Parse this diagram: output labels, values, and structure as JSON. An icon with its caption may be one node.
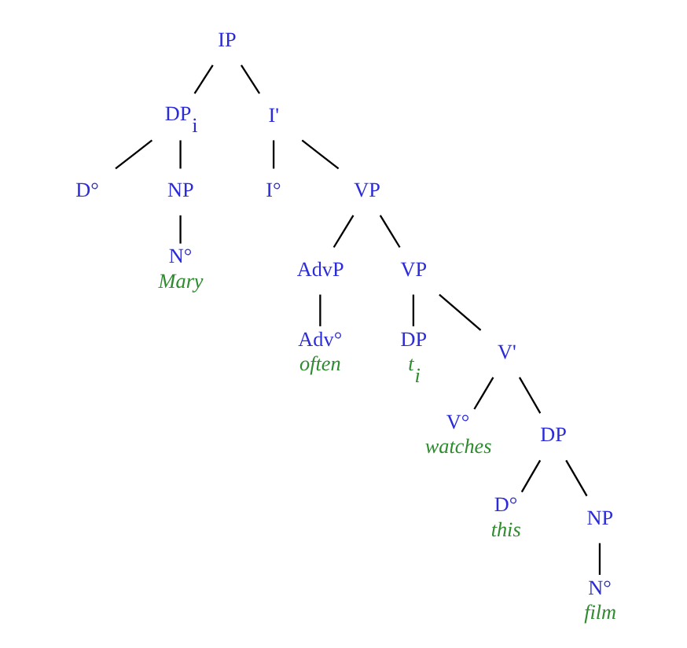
{
  "diagram": {
    "nodes": [
      {
        "text": [
          "IP"
        ]
      },
      {
        "text": [
          "DP$_{i}$"
        ]
      },
      {
        "text": [
          "I'"
        ]
      },
      {
        "text": [
          "D°"
        ]
      },
      {
        "text": [
          "NP"
        ]
      },
      {
        "text": [
          "I°"
        ]
      },
      {
        "text": [
          "VP"
        ]
      },
      {
        "text": [
          "N°"
        ],
        "beside": [
          "Mary"
        ]
      },
      {
        "text": [
          "AdvP"
        ]
      },
      {
        "text": [
          "VP"
        ]
      },
      {
        "text": [
          "Adv°"
        ],
        "beside": [
          "often"
        ]
      },
      {
        "text": [
          "DP"
        ],
        "beside": [
          "t$_{i}$"
        ]
      },
      {
        "text": [
          "V'"
        ]
      },
      {
        "text": [
          "V°"
        ],
        "beside": [
          "watches"
        ]
      },
      {
        "text": [
          "DP"
        ]
      },
      {
        "text": [
          "D°"
        ],
        "beside": [
          "this"
        ]
      },
      {
        "text": [
          "NP"
        ]
      },
      {
        "text": [
          "N°"
        ],
        "beside": [
          "film"
        ]
      }
    ],
    "edges": [
      {
        "from": 0,
        "to": 1,
        "arrow": "none"
      },
      {
        "from": 0,
        "to": 2,
        "arrow": "none"
      },
      {
        "from": 1,
        "to": 3,
        "arrow": "none"
      },
      {
        "from": 1,
        "to": 4,
        "arrow": "none"
      },
      {
        "from": 2,
        "to": 5,
        "arrow": "none"
      },
      {
        "from": 2,
        "to": 6,
        "arrow": "none"
      },
      {
        "from": 4,
        "to": 7,
        "arrow": "none"
      },
      {
        "from": 6,
        "to": 8,
        "arrow": "none"
      },
      {
        "from": 6,
        "to": 9,
        "arrow": "none"
      },
      {
        "from": 8,
        "to": 10,
        "arrow": "none"
      },
      {
        "from": 9,
        "to": 11,
        "arrow": "none"
      },
      {
        "from": 9,
        "to": 12,
        "arrow": "none"
      },
      {
        "from": 12,
        "to": 13,
        "arrow": "none"
      },
      {
        "from": 12,
        "to": 14,
        "arrow": "none"
      },
      {
        "from": 14,
        "to": 15,
        "arrow": "none"
      },
      {
        "from": 14,
        "to": 16,
        "arrow": "none"
      },
      {
        "from": 16,
        "to": 17,
        "arrow": "none"
      }
    ]
  }
}
